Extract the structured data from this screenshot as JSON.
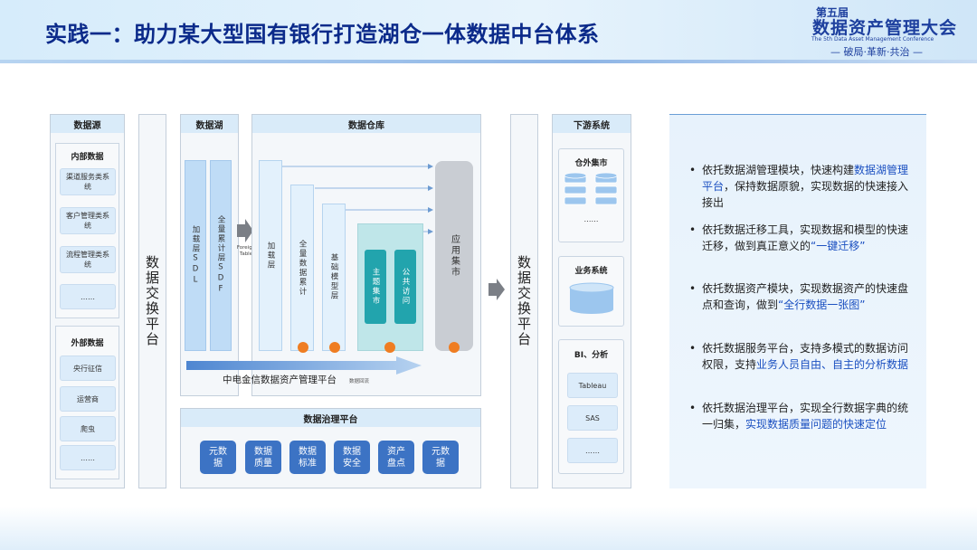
{
  "header": {
    "title": "实践一：助力某大型国有银行打造湖仓一体数据中台体系",
    "logo": {
      "edition": "第五届",
      "name": "数据资产管理大会",
      "english": "The 5th Data Asset Management Conference",
      "slogan": "— 破局·革新·共治 —"
    }
  },
  "diagram": {
    "sources": {
      "title": "数据源",
      "internal": {
        "title": "内部数据",
        "items": [
          "渠道服务类系统",
          "客户管理类系统",
          "流程管理类系统",
          "……"
        ]
      },
      "external": {
        "title": "外部数据",
        "items": [
          "央行征信",
          "运营商",
          "爬虫",
          "……"
        ]
      }
    },
    "exchange_left": "数据交换平台",
    "lake": {
      "title": "数据湖",
      "layer1": "加载层SDL",
      "layer2": "全量累计层SDF"
    },
    "foreign_table": "Foreign Table",
    "warehouse": {
      "title": "数据仓库",
      "layer1": "加载层",
      "layer2": "全量数据累计",
      "layer3": "基础模型层",
      "mart1": "主题集市",
      "mart2": "公共访问",
      "app": "应用集市"
    },
    "platform": "中电金信数据资产管理平台",
    "platform_note": "数据回流",
    "governance": {
      "title": "数据治理平台",
      "items": [
        "元数据",
        "数据质量",
        "数据标准",
        "数据安全",
        "资产盘点",
        "元数据"
      ]
    },
    "exchange_right": "数据交换平台",
    "downstream": {
      "title": "下游系统",
      "external_mart": {
        "title": "仓外集市",
        "more": "……"
      },
      "business": {
        "title": "业务系统"
      },
      "bi": {
        "title": "BI、分析",
        "items": [
          "Tableau",
          "SAS",
          "……"
        ]
      }
    }
  },
  "bullets": [
    {
      "marker": "•",
      "parts": [
        {
          "t": "依托数据湖管理模块，快速构建"
        },
        {
          "t": "数据湖管理平台",
          "hl": true
        },
        {
          "t": "，保持数据原貌，实现数据的快速接入接出"
        }
      ]
    },
    {
      "marker": "•",
      "parts": [
        {
          "t": "依托数据迁移工具，实现数据和模型的快速迁移，做到真正意义的"
        },
        {
          "t": "“一键迁移”",
          "hl": true
        }
      ]
    },
    {
      "marker": "•",
      "parts": [
        {
          "t": "依托数据资产模块，实现数据资产的快速盘点和查询，做到"
        },
        {
          "t": "“全行数据一张图”",
          "hl": true
        }
      ]
    },
    {
      "marker": "•",
      "parts": [
        {
          "t": "依托数据服务平台，支持多模式的数据访问权限，支持"
        },
        {
          "t": "业务人员自由、自主的分析数据",
          "hl": true
        }
      ]
    },
    {
      "marker": "•",
      "parts": [
        {
          "t": "依托数据治理平台，实现全行数据字典的统一归集，"
        },
        {
          "t": "实现数据质量问题的快速定位",
          "hl": true
        }
      ]
    }
  ],
  "colors": {
    "title": "#0b2a8a",
    "highlight": "#1a4fc0",
    "accent_dot": "#ef7d22",
    "teal": "#22a4ad",
    "governance": "#3c73c4"
  }
}
